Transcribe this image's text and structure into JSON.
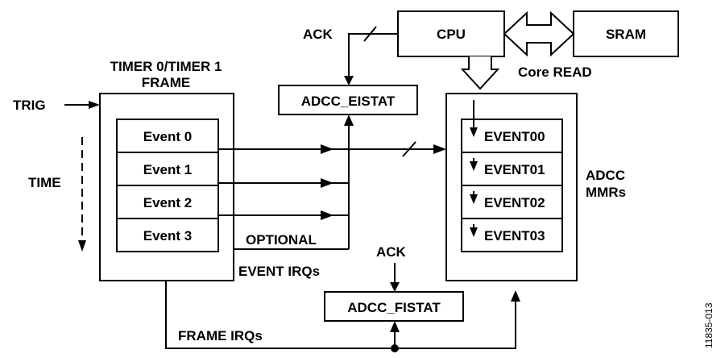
{
  "diagram": {
    "cpu_label": "CPU",
    "sram_label": "SRAM",
    "ack_top_label": "ACK",
    "core_read_label": "Core READ",
    "timer_frame_label_line1": "TIMER 0/TIMER 1",
    "timer_frame_label_line2": "FRAME",
    "trig_label": "TRIG",
    "time_label": "TIME",
    "eistat_label": "ADCC_EISTAT",
    "fistat_label": "ADCC_FISTAT",
    "ack_bottom_label": "ACK",
    "events": [
      "Event 0",
      "Event 1",
      "Event 2",
      "Event 3"
    ],
    "optional_label": "OPTIONAL",
    "event_irqs_label": "EVENT IRQs",
    "frame_irqs_label": "FRAME IRQs",
    "mmr_registers": [
      "EVENT00",
      "EVENT01",
      "EVENT02",
      "EVENT03"
    ],
    "mmrs_label_line1": "ADCC",
    "mmrs_label_line2": "MMRs",
    "figure_id": "11835-013"
  }
}
